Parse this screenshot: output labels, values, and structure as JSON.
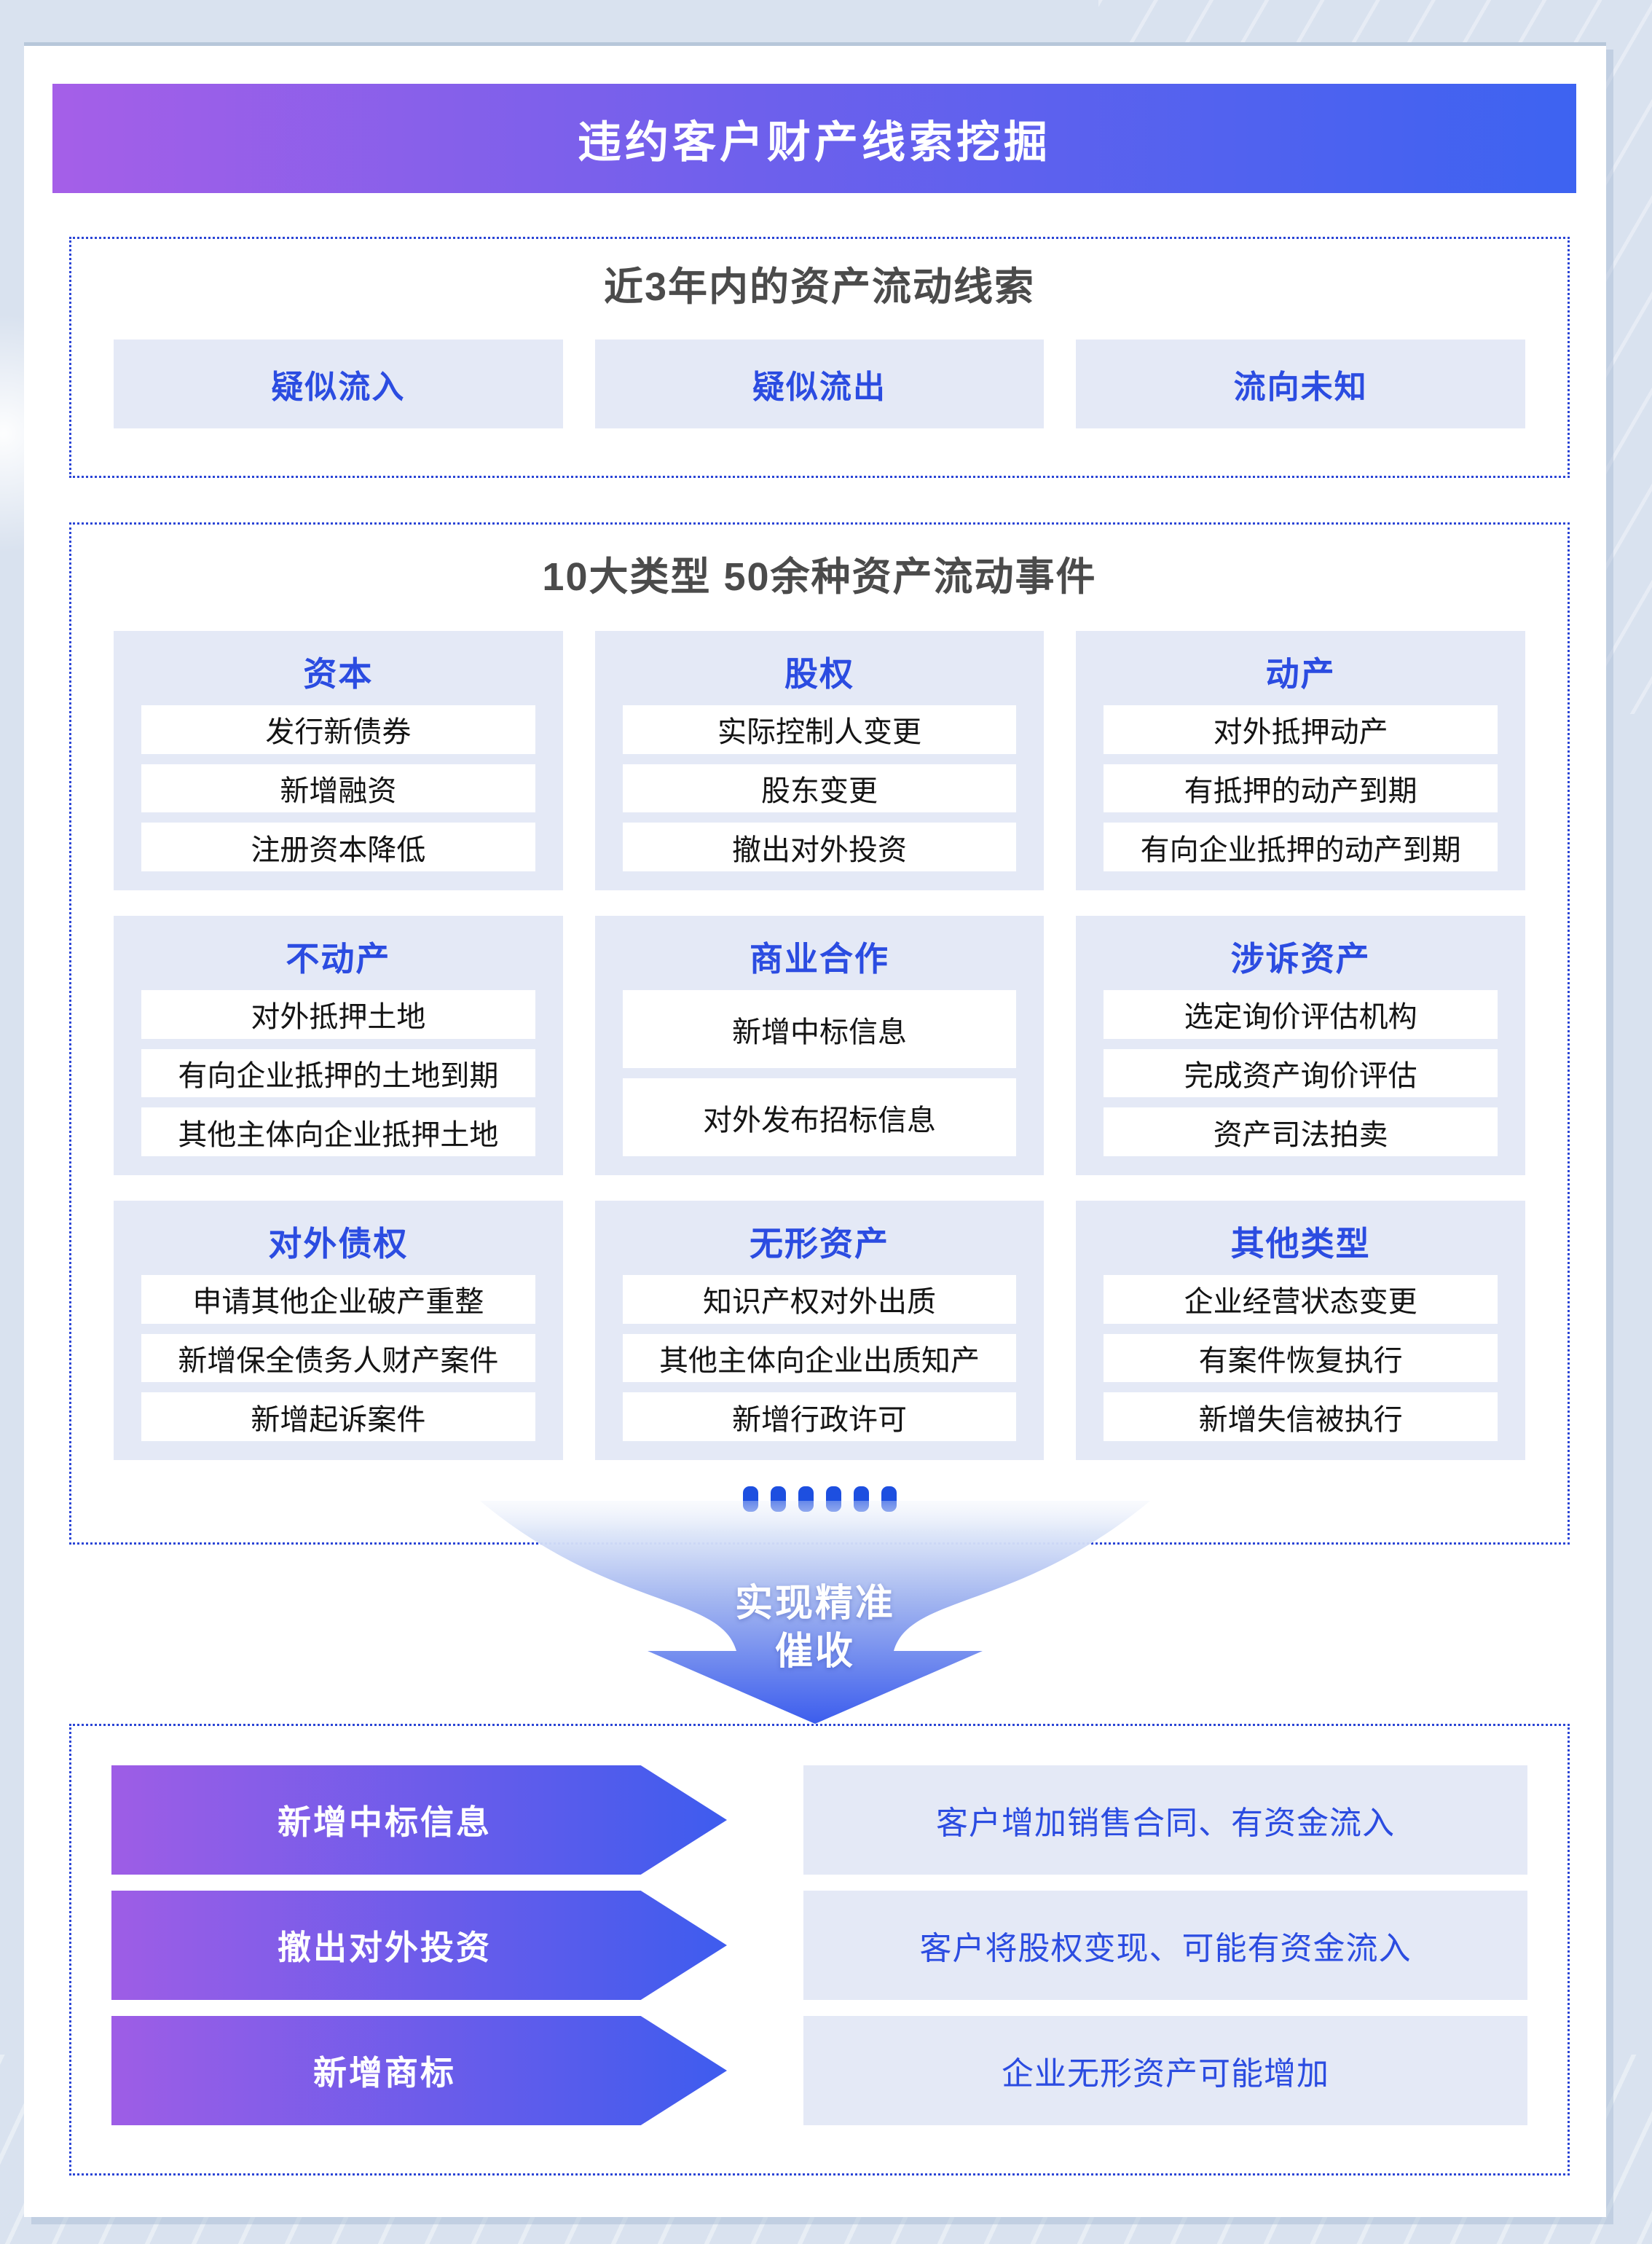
{
  "header": {
    "title": "违约客户财产线索挖掘"
  },
  "colors": {
    "header_gradient_from": "#a55fe8",
    "header_gradient_to": "#3d63f1",
    "accent_blue_text": "#2b4ce1",
    "dotted_border": "#2b45d6",
    "light_box_bg": "#e4e9f6",
    "section_title_gray": "#4b4b4b",
    "funnel_blue": "#3c5ded",
    "page_bg": "#d9e2ef"
  },
  "section_flow": {
    "title": "近3年内的资产流动线索",
    "items": [
      "疑似流入",
      "疑似流出",
      "流向未知"
    ]
  },
  "section_events": {
    "title": "10大类型 50余种资产流动事件",
    "categories": [
      {
        "name": "资本",
        "items": [
          "发行新债券",
          "新增融资",
          "注册资本降低"
        ]
      },
      {
        "name": "股权",
        "items": [
          "实际控制人变更",
          "股东变更",
          "撤出对外投资"
        ]
      },
      {
        "name": "动产",
        "items": [
          "对外抵押动产",
          "有抵押的动产到期",
          "有向企业抵押的动产到期"
        ]
      },
      {
        "name": "不动产",
        "items": [
          "对外抵押土地",
          "有向企业抵押的土地到期",
          "其他主体向企业抵押土地"
        ]
      },
      {
        "name": "商业合作",
        "items": [
          "新增中标信息",
          "对外发布招标信息"
        ]
      },
      {
        "name": "涉诉资产",
        "items": [
          "选定询价评估机构",
          "完成资产询价评估",
          "资产司法拍卖"
        ]
      },
      {
        "name": "对外债权",
        "items": [
          "申请其他企业破产重整",
          "新增保全债务人财产案件",
          "新增起诉案件"
        ]
      },
      {
        "name": "无形资产",
        "items": [
          "知识产权对外出质",
          "其他主体向企业出质知产",
          "新增行政许可"
        ]
      },
      {
        "name": "其他类型",
        "items": [
          "企业经营状态变更",
          "有案件恢复执行",
          "新增失信被执行"
        ]
      }
    ]
  },
  "funnel": {
    "label_line1": "实现精准",
    "label_line2": "催收"
  },
  "section_outcomes": {
    "rows": [
      {
        "tag": "新增中标信息",
        "desc": "客户增加销售合同、有资金流入"
      },
      {
        "tag": "撤出对外投资",
        "desc": "客户将股权变现、可能有资金流入"
      },
      {
        "tag": "新增商标",
        "desc": "企业无形资产可能增加"
      }
    ]
  }
}
